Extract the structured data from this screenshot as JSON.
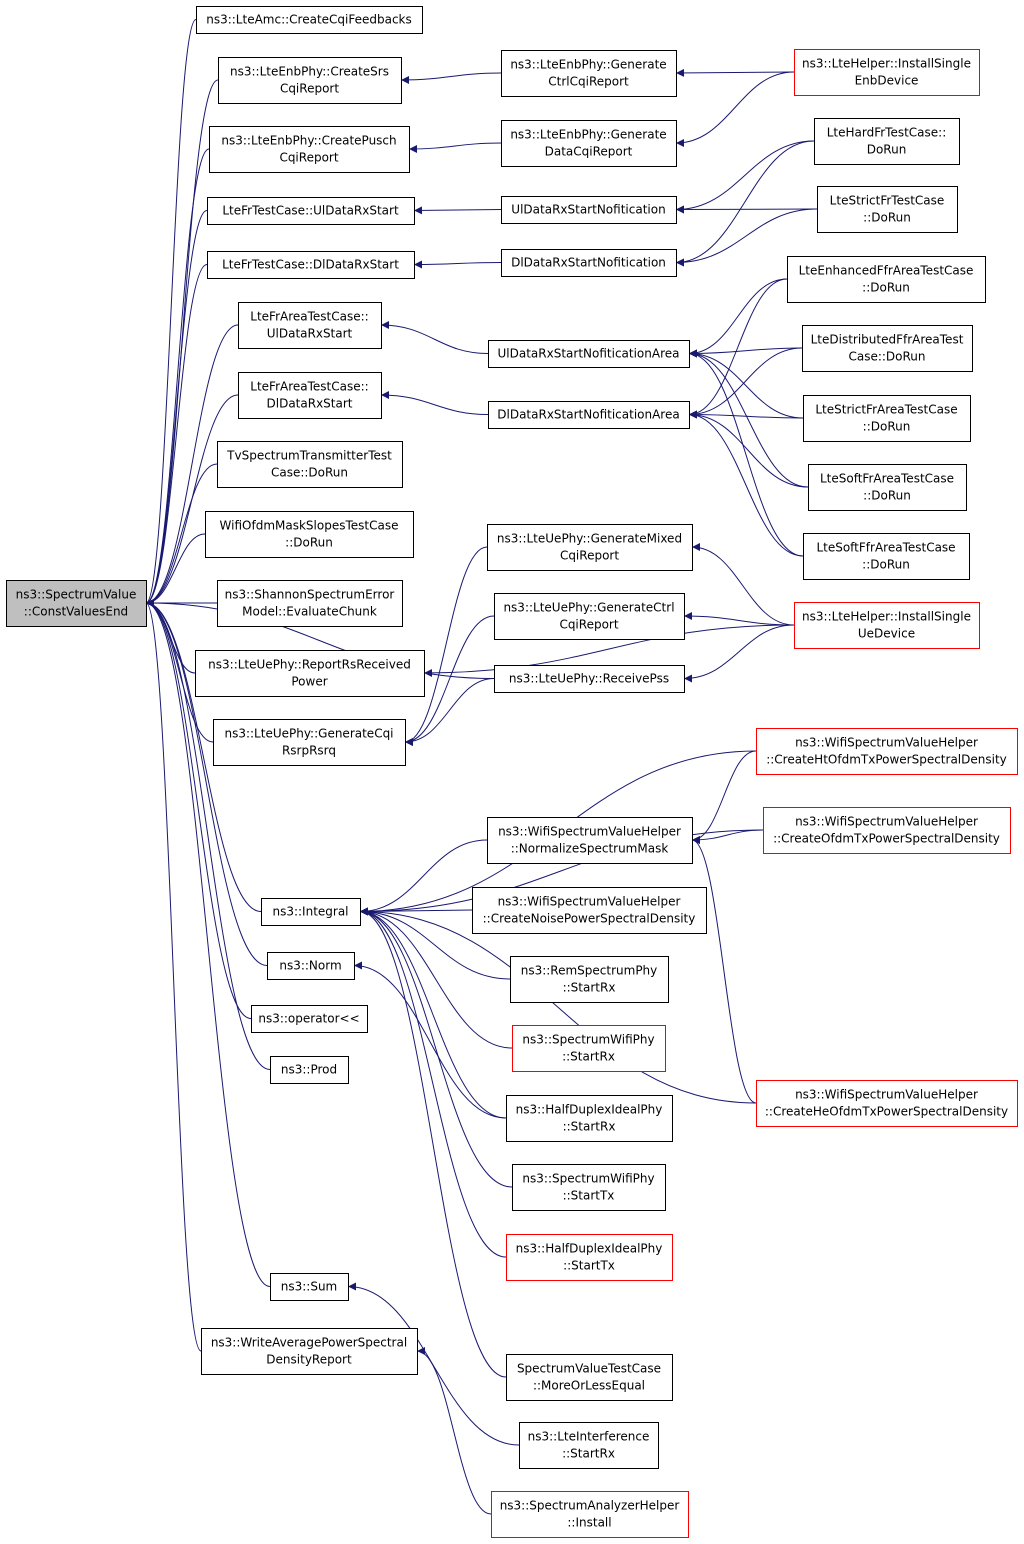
{
  "colors": {
    "edge": "#191970",
    "border_normal": "#000000",
    "border_truncated": "#ff0000",
    "focus_fill": "#bfbfbf",
    "node_fill": "#ffffff",
    "text": "#000000"
  },
  "nodes": [
    {
      "id": "n0",
      "lines": [
        "ns3::SpectrumValue",
        "::ConstValuesEnd"
      ],
      "focus": true
    },
    {
      "id": "n1",
      "lines": [
        "ns3::LteAmc::CreateCqiFeedbacks"
      ]
    },
    {
      "id": "n2",
      "lines": [
        "ns3::LteEnbPhy::CreateSrs",
        "CqiReport"
      ]
    },
    {
      "id": "n3",
      "lines": [
        "ns3::LteEnbPhy::CreatePusch",
        "CqiReport"
      ]
    },
    {
      "id": "n4",
      "lines": [
        "LteFrTestCase::UlDataRxStart"
      ]
    },
    {
      "id": "n5",
      "lines": [
        "LteFrTestCase::DlDataRxStart"
      ]
    },
    {
      "id": "n6",
      "lines": [
        "LteFrAreaTestCase::",
        "UlDataRxStart"
      ]
    },
    {
      "id": "n7",
      "lines": [
        "LteFrAreaTestCase::",
        "DlDataRxStart"
      ]
    },
    {
      "id": "n8",
      "lines": [
        "TvSpectrumTransmitterTest",
        "Case::DoRun"
      ]
    },
    {
      "id": "n9",
      "lines": [
        "WifiOfdmMaskSlopesTestCase",
        "::DoRun"
      ]
    },
    {
      "id": "n10",
      "lines": [
        "ns3::ShannonSpectrumError",
        "Model::EvaluateChunk"
      ]
    },
    {
      "id": "n11",
      "lines": [
        "ns3::LteUePhy::ReportRsReceived",
        "Power"
      ]
    },
    {
      "id": "n12",
      "lines": [
        "ns3::LteUePhy::GenerateCqi",
        "RsrpRsrq"
      ]
    },
    {
      "id": "n13",
      "lines": [
        "ns3::Integral"
      ]
    },
    {
      "id": "n14",
      "lines": [
        "ns3::Norm"
      ]
    },
    {
      "id": "n15",
      "lines": [
        "ns3::operator<<"
      ]
    },
    {
      "id": "n16",
      "lines": [
        "ns3::Prod"
      ]
    },
    {
      "id": "n17",
      "lines": [
        "ns3::Sum"
      ]
    },
    {
      "id": "n18",
      "lines": [
        "ns3::WriteAveragePowerSpectral",
        "DensityReport"
      ]
    },
    {
      "id": "n19",
      "lines": [
        "ns3::LteEnbPhy::Generate",
        "CtrlCqiReport"
      ]
    },
    {
      "id": "n20",
      "lines": [
        "ns3::LteEnbPhy::Generate",
        "DataCqiReport"
      ]
    },
    {
      "id": "n21",
      "lines": [
        "UlDataRxStartNofitication"
      ]
    },
    {
      "id": "n22",
      "lines": [
        "DlDataRxStartNofitication"
      ]
    },
    {
      "id": "n23",
      "lines": [
        "UlDataRxStartNofiticationArea"
      ]
    },
    {
      "id": "n24",
      "lines": [
        "DlDataRxStartNofiticationArea"
      ]
    },
    {
      "id": "n25",
      "lines": [
        "ns3::LteUePhy::GenerateMixed",
        "CqiReport"
      ]
    },
    {
      "id": "n26",
      "lines": [
        "ns3::LteUePhy::GenerateCtrl",
        "CqiReport"
      ]
    },
    {
      "id": "n27",
      "lines": [
        "ns3::LteUePhy::ReceivePss"
      ]
    },
    {
      "id": "n28",
      "lines": [
        "ns3::WifiSpectrumValueHelper",
        "::NormalizeSpectrumMask"
      ]
    },
    {
      "id": "n29",
      "lines": [
        "ns3::WifiSpectrumValueHelper",
        "::CreateNoisePowerSpectralDensity"
      ]
    },
    {
      "id": "n30",
      "lines": [
        "ns3::RemSpectrumPhy",
        "::StartRx"
      ]
    },
    {
      "id": "n31",
      "lines": [
        "ns3::SpectrumWifiPhy",
        "::StartRx"
      ],
      "truncated": true
    },
    {
      "id": "n32",
      "lines": [
        "ns3::HalfDuplexIdealPhy",
        "::StartRx"
      ]
    },
    {
      "id": "n33",
      "lines": [
        "ns3::SpectrumWifiPhy",
        "::StartTx"
      ]
    },
    {
      "id": "n34",
      "lines": [
        "ns3::HalfDuplexIdealPhy",
        "::StartTx"
      ],
      "truncated": true
    },
    {
      "id": "n35",
      "lines": [
        "SpectrumValueTestCase",
        "::MoreOrLessEqual"
      ]
    },
    {
      "id": "n36",
      "lines": [
        "ns3::LteInterference",
        "::StartRx"
      ]
    },
    {
      "id": "n37",
      "lines": [
        "ns3::SpectrumAnalyzerHelper",
        "::Install"
      ],
      "truncated": true
    },
    {
      "id": "n38",
      "lines": [
        "ns3::LteHelper::InstallSingle",
        "EnbDevice"
      ],
      "truncated": true
    },
    {
      "id": "n39",
      "lines": [
        "LteHardFrTestCase::",
        "DoRun"
      ]
    },
    {
      "id": "n40",
      "lines": [
        "LteStrictFrTestCase",
        "::DoRun"
      ]
    },
    {
      "id": "n41",
      "lines": [
        "LteEnhancedFfrAreaTestCase",
        "::DoRun"
      ]
    },
    {
      "id": "n42",
      "lines": [
        "LteDistributedFfrAreaTest",
        "Case::DoRun"
      ]
    },
    {
      "id": "n43",
      "lines": [
        "LteStrictFrAreaTestCase",
        "::DoRun"
      ]
    },
    {
      "id": "n44",
      "lines": [
        "LteSoftFrAreaTestCase",
        "::DoRun"
      ]
    },
    {
      "id": "n45",
      "lines": [
        "LteSoftFfrAreaTestCase",
        "::DoRun"
      ]
    },
    {
      "id": "n46",
      "lines": [
        "ns3::LteHelper::InstallSingle",
        "UeDevice"
      ],
      "truncated": true
    },
    {
      "id": "n47",
      "lines": [
        "ns3::WifiSpectrumValueHelper",
        "::CreateHtOfdmTxPowerSpectralDensity"
      ],
      "truncated": true
    },
    {
      "id": "n48",
      "lines": [
        "ns3::WifiSpectrumValueHelper",
        "::CreateOfdmTxPowerSpectralDensity"
      ],
      "truncated": true
    },
    {
      "id": "n49",
      "lines": [
        "ns3::WifiSpectrumValueHelper",
        "::CreateHeOfdmTxPowerSpectralDensity"
      ],
      "truncated": true
    }
  ],
  "edges": [
    [
      "n1",
      "n0"
    ],
    [
      "n2",
      "n0"
    ],
    [
      "n3",
      "n0"
    ],
    [
      "n4",
      "n0"
    ],
    [
      "n5",
      "n0"
    ],
    [
      "n6",
      "n0"
    ],
    [
      "n7",
      "n0"
    ],
    [
      "n8",
      "n0"
    ],
    [
      "n9",
      "n0"
    ],
    [
      "n10",
      "n0"
    ],
    [
      "n11",
      "n0"
    ],
    [
      "n12",
      "n0"
    ],
    [
      "n13",
      "n0"
    ],
    [
      "n14",
      "n0"
    ],
    [
      "n15",
      "n0"
    ],
    [
      "n16",
      "n0"
    ],
    [
      "n17",
      "n0"
    ],
    [
      "n18",
      "n0"
    ],
    [
      "n27",
      "n0"
    ],
    [
      "n19",
      "n2"
    ],
    [
      "n20",
      "n3"
    ],
    [
      "n21",
      "n4"
    ],
    [
      "n22",
      "n5"
    ],
    [
      "n23",
      "n6"
    ],
    [
      "n24",
      "n7"
    ],
    [
      "n46",
      "n11"
    ],
    [
      "n25",
      "n12"
    ],
    [
      "n26",
      "n12"
    ],
    [
      "n27",
      "n12"
    ],
    [
      "n38",
      "n19"
    ],
    [
      "n38",
      "n20"
    ],
    [
      "n39",
      "n21"
    ],
    [
      "n40",
      "n21"
    ],
    [
      "n39",
      "n22"
    ],
    [
      "n40",
      "n22"
    ],
    [
      "n41",
      "n23"
    ],
    [
      "n42",
      "n23"
    ],
    [
      "n43",
      "n23"
    ],
    [
      "n44",
      "n23"
    ],
    [
      "n45",
      "n23"
    ],
    [
      "n41",
      "n24"
    ],
    [
      "n42",
      "n24"
    ],
    [
      "n43",
      "n24"
    ],
    [
      "n44",
      "n24"
    ],
    [
      "n45",
      "n24"
    ],
    [
      "n46",
      "n25"
    ],
    [
      "n46",
      "n26"
    ],
    [
      "n46",
      "n27"
    ],
    [
      "n28",
      "n13"
    ],
    [
      "n29",
      "n13"
    ],
    [
      "n30",
      "n13"
    ],
    [
      "n31",
      "n13"
    ],
    [
      "n32",
      "n13"
    ],
    [
      "n33",
      "n13"
    ],
    [
      "n34",
      "n13"
    ],
    [
      "n35",
      "n13"
    ],
    [
      "n47",
      "n13"
    ],
    [
      "n48",
      "n13"
    ],
    [
      "n49",
      "n13"
    ],
    [
      "n32",
      "n14"
    ],
    [
      "n36",
      "n17"
    ],
    [
      "n37",
      "n18"
    ],
    [
      "n47",
      "n28"
    ],
    [
      "n48",
      "n28"
    ],
    [
      "n49",
      "n28"
    ]
  ]
}
